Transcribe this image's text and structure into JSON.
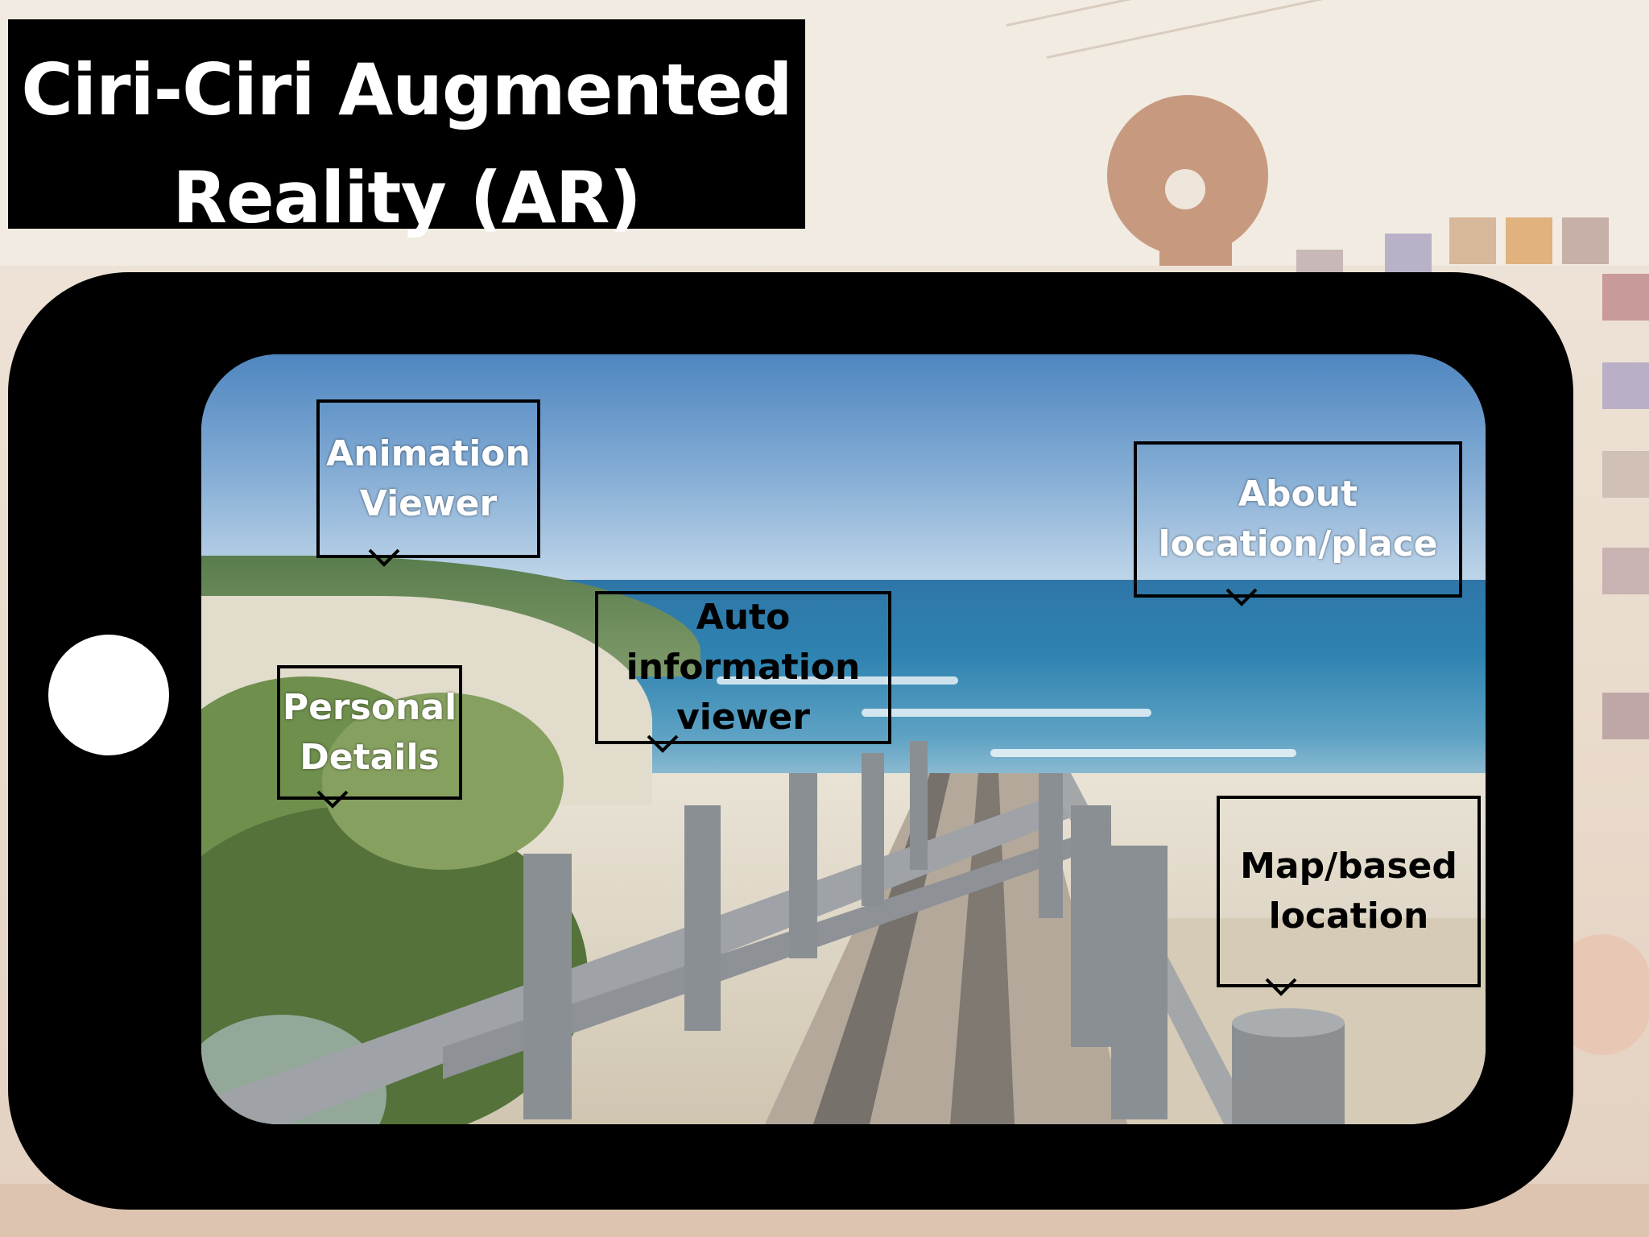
{
  "title": {
    "line1": "Ciri-Ciri Augmented",
    "line2": "Reality (AR)"
  },
  "callouts": {
    "animation_viewer": {
      "line1": "Animation",
      "line2": "Viewer"
    },
    "personal_details": {
      "line1": "Personal",
      "line2": "Details"
    },
    "auto_information_viewer": {
      "line1": "Auto",
      "line2": "information",
      "line3": "viewer"
    },
    "about_location": {
      "line1": "About",
      "line2": "location/place"
    },
    "map_based_location": {
      "line1": "Map/based",
      "line2": "location"
    }
  },
  "icons": {
    "home_button": "home-button-icon"
  },
  "colors": {
    "phone_frame": "#000000",
    "title_background": "#000000",
    "title_text": "#ffffff",
    "callout_border": "#000000"
  }
}
